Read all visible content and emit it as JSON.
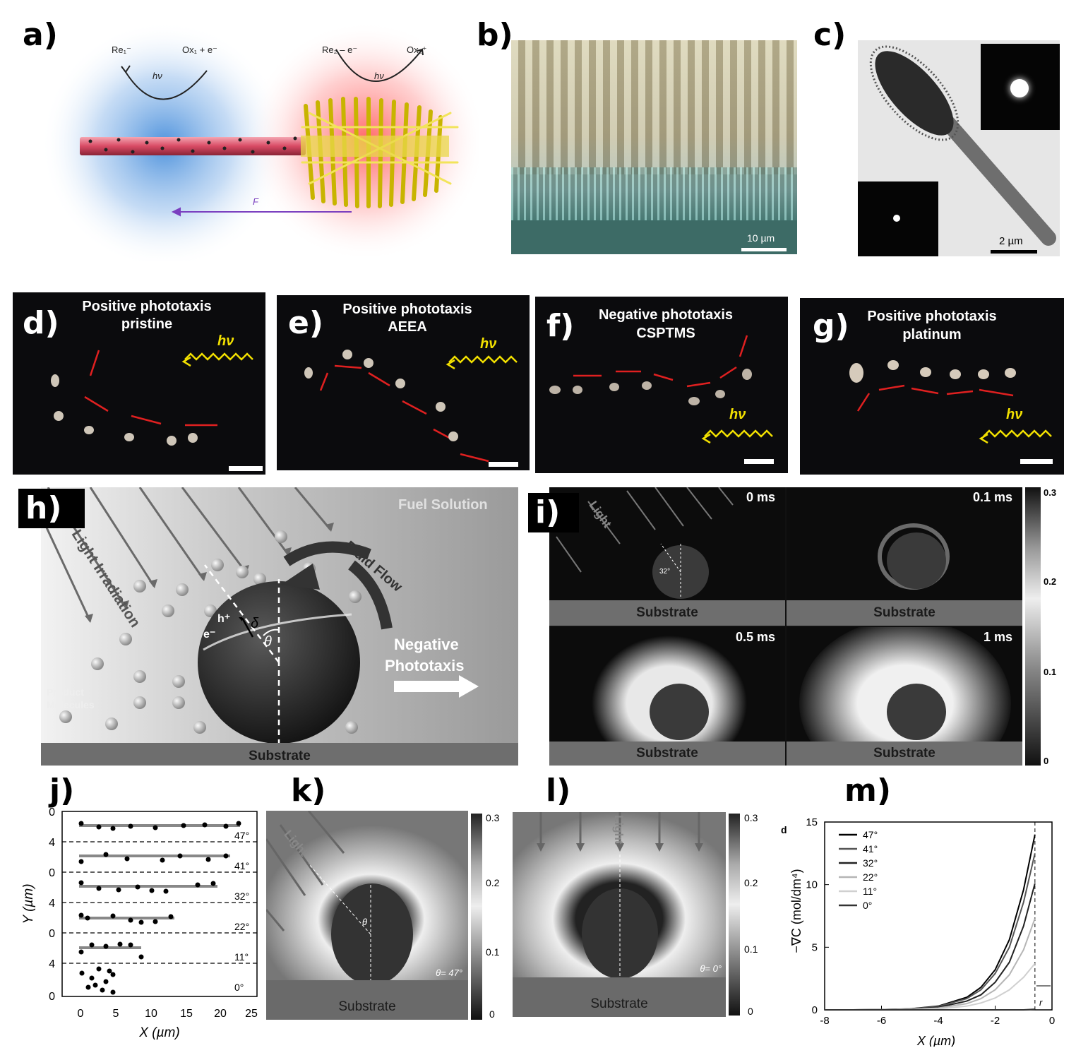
{
  "panels": {
    "a": {
      "label": "a)",
      "re1": "Re₁⁻",
      "ox1": "Ox₁ + e⁻",
      "re2": "Re₂ – e⁻",
      "ox2": "Ox₂⁺",
      "hv": "hν",
      "force": "F"
    },
    "b": {
      "label": "b)",
      "scale": "10 µm"
    },
    "c": {
      "label": "c)",
      "scale": "2 µm"
    },
    "d": {
      "label": "d)",
      "title1": "Positive phototaxis",
      "title2": "pristine",
      "hv": "hν"
    },
    "e": {
      "label": "e)",
      "title1": "Positive phototaxis",
      "title2": "AEEA",
      "hv": "hν"
    },
    "f": {
      "label": "f)",
      "title1": "Negative phototaxis",
      "title2": "CSPTMS",
      "hv": "hν"
    },
    "g": {
      "label": "g)",
      "title1": "Positive phototaxis",
      "title2": "platinum",
      "hv": "hν"
    },
    "h": {
      "label": "h)",
      "light": "Light Irradiation",
      "fuel": "Fuel Solution",
      "flow": "Fluid Flow",
      "neg1": "Negative",
      "neg2": "Phototaxis",
      "product1": "Product",
      "product2": "Molecules",
      "substrate": "Substrate",
      "h_plus": "h⁺",
      "e_minus": "e⁻",
      "delta": "δ",
      "theta": "θ"
    },
    "i": {
      "label": "i)",
      "light": "Light",
      "angle": "32°",
      "t0": "0 ms",
      "t1": "0.1 ms",
      "t2": "0.5 ms",
      "t3": "1 ms",
      "substrate": "Substrate",
      "cb": [
        "0.3",
        "0.2",
        "0.1",
        "0"
      ]
    },
    "j": {
      "label": "j)",
      "xlabel": "X (µm)",
      "ylabel": "Y (µm)",
      "xticks": [
        "0",
        "5",
        "10",
        "15",
        "20",
        "25"
      ],
      "yticks": [
        "0",
        "4",
        "0",
        "4",
        "0",
        "4",
        "0",
        "4",
        "0",
        "4",
        "0"
      ],
      "angles": [
        "47°",
        "41°",
        "32°",
        "22°",
        "11°",
        "0°"
      ]
    },
    "k": {
      "label": "k)",
      "light": "Light",
      "theta": "θ",
      "note": "θ= 47°",
      "substrate": "Substrate",
      "cb": [
        "0.3",
        "0.2",
        "0.1",
        "0"
      ]
    },
    "l": {
      "label": "l)",
      "light": "Light",
      "note": "θ= 0°",
      "substrate": "Substrate",
      "cb": [
        "0.3",
        "0.2",
        "0.1",
        "0"
      ]
    },
    "m": {
      "label": "m)",
      "d": "d",
      "r": "r"
    }
  },
  "chart_data": {
    "type": "line",
    "xlabel": "X (µm)",
    "ylabel": "−∇C (mol/dm⁴)",
    "xlim": [
      -8,
      0
    ],
    "ylim": [
      0,
      15
    ],
    "xticks": [
      "-8",
      "-6",
      "-4",
      "-2",
      "0"
    ],
    "yticks": [
      "0",
      "5",
      "10",
      "15"
    ],
    "legend_position": "top-left",
    "grid": false,
    "x": [
      -8,
      -7,
      -6,
      -5,
      -4,
      -3,
      -2.5,
      -2,
      -1.5,
      -1,
      -0.6
    ],
    "series": [
      {
        "name": "47°",
        "color": "#000000",
        "values": [
          0,
          0,
          0.02,
          0.08,
          0.3,
          1.0,
          1.8,
          3.2,
          5.6,
          9.6,
          14.0
        ]
      },
      {
        "name": "41°",
        "color": "#555555",
        "values": [
          0,
          0,
          0.02,
          0.07,
          0.27,
          0.9,
          1.6,
          2.9,
          5.0,
          8.6,
          12.5
        ]
      },
      {
        "name": "32°",
        "color": "#222222",
        "values": [
          0,
          0,
          0.01,
          0.05,
          0.2,
          0.7,
          1.2,
          2.2,
          3.8,
          6.7,
          10.1
        ]
      },
      {
        "name": "22°",
        "color": "#b5b5b5",
        "values": [
          0,
          0,
          0.01,
          0.04,
          0.14,
          0.5,
          0.9,
          1.6,
          2.8,
          4.8,
          7.3
        ]
      },
      {
        "name": "11°",
        "color": "#d0d0d0",
        "values": [
          0,
          0,
          0.01,
          0.02,
          0.08,
          0.3,
          0.55,
          0.95,
          1.6,
          2.6,
          3.7
        ]
      },
      {
        "name": "0°",
        "color": "#333333",
        "values": [
          0,
          0,
          0,
          0,
          0,
          0,
          0,
          0,
          0,
          0,
          0.05
        ]
      }
    ]
  }
}
